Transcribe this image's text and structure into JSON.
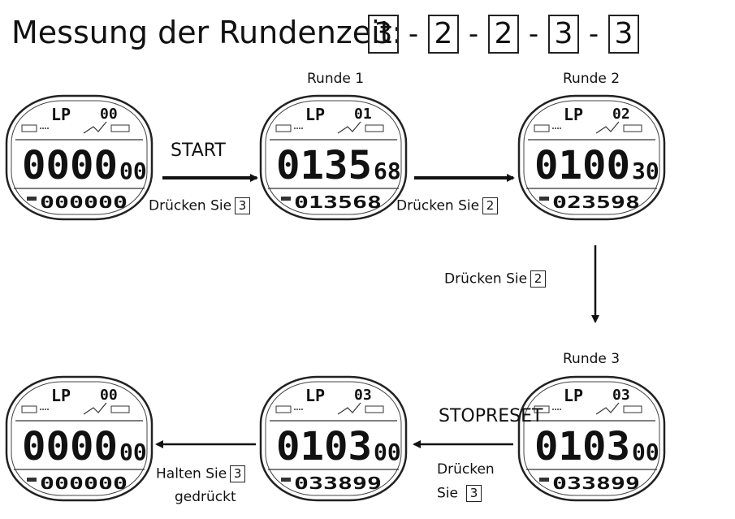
{
  "title": "Messung der Rundenzeit:",
  "sequence": [
    "3",
    "2",
    "2",
    "3",
    "3"
  ],
  "lap_labels": {
    "r1": "Runde 1",
    "r2": "Runde 2",
    "r3": "Runde 3"
  },
  "actions": {
    "start": "START",
    "press": "Drücken Sie",
    "stopreset": "STOPRESET",
    "press_line1": "Drücken",
    "press_line2": "Sie",
    "hold_line1": "Halten Sie",
    "hold_line2": "gedrückt",
    "key3": "3",
    "key2": "2"
  },
  "watches": [
    {
      "mode": "LP",
      "lap": "00",
      "main": "0000",
      "hund": "00",
      "bottom": "000000"
    },
    {
      "mode": "LP",
      "lap": "01",
      "main": "0135",
      "hund": "68",
      "bottom": "013568"
    },
    {
      "mode": "LP",
      "lap": "02",
      "main": "0100",
      "hund": "30",
      "bottom": "023598"
    },
    {
      "mode": "LP",
      "lap": "03",
      "main": "0103",
      "hund": "00",
      "bottom": "033899"
    },
    {
      "mode": "LP",
      "lap": "03",
      "main": "0103",
      "hund": "00",
      "bottom": "033899"
    },
    {
      "mode": "LP",
      "lap": "00",
      "main": "0000",
      "hund": "00",
      "bottom": "000000"
    }
  ]
}
